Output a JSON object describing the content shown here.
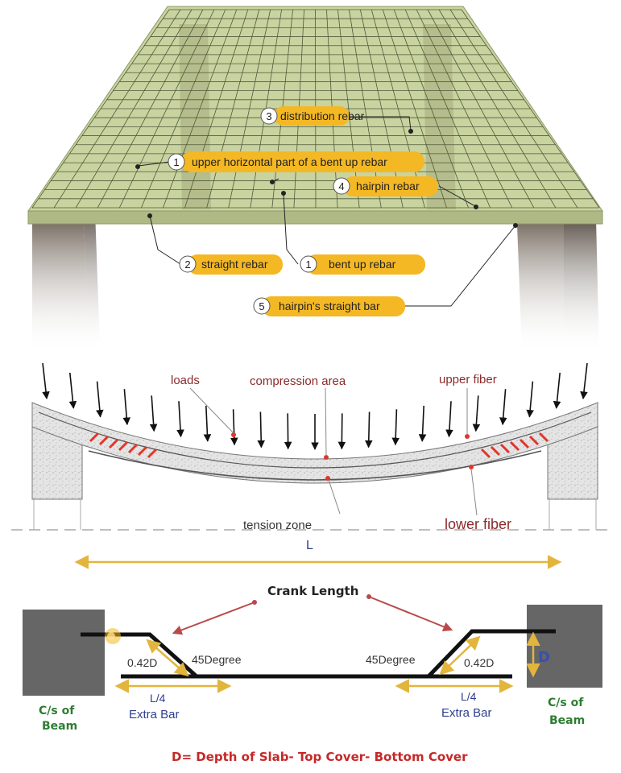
{
  "slab_labels": {
    "distribution": {
      "num": "3",
      "text": "distribution rebar"
    },
    "upper_horizontal": {
      "num": "1",
      "text": "upper horizontal part of a bent up rebar"
    },
    "hairpin": {
      "num": "4",
      "text": "hairpin rebar"
    },
    "straight": {
      "num": "2",
      "text": "straight rebar"
    },
    "bent_up": {
      "num": "1",
      "text": "bent up rebar"
    },
    "hairpin_straight": {
      "num": "5",
      "text": "hairpin's straight bar"
    }
  },
  "section_labels": {
    "loads": "loads",
    "compression_area": "compression area",
    "upper_fiber": "upper fiber",
    "tension_zone": "tension zone",
    "lower_fiber": "lower fiber",
    "span": "L"
  },
  "crank_labels": {
    "title": "Crank Length",
    "left_angle": "45Degree",
    "right_angle": "45Degree",
    "left_offset": "0.42D",
    "right_offset": "0.42D",
    "left_quarter": "L/4",
    "right_quarter": "L/4",
    "left_extra": "Extra Bar",
    "right_extra": "Extra Bar",
    "left_cs_line1": "C/s of",
    "left_cs_line2": "Beam",
    "right_cs_line1": "C/s of",
    "right_cs_line2": "Beam",
    "depth_symbol": "D",
    "footnote": "D= Depth of Slab- Top Cover- Bottom Cover"
  },
  "colors": {
    "slab_green": "#c9d3a0",
    "pill_yellow": "#f4b824",
    "red_label": "#8b2a2a",
    "gold_arrow": "#e2b53c",
    "green_text": "#2e7d32",
    "blue_text": "#2e3f8f",
    "footnote_red": "#c62828",
    "beam_gray": "#666666"
  }
}
